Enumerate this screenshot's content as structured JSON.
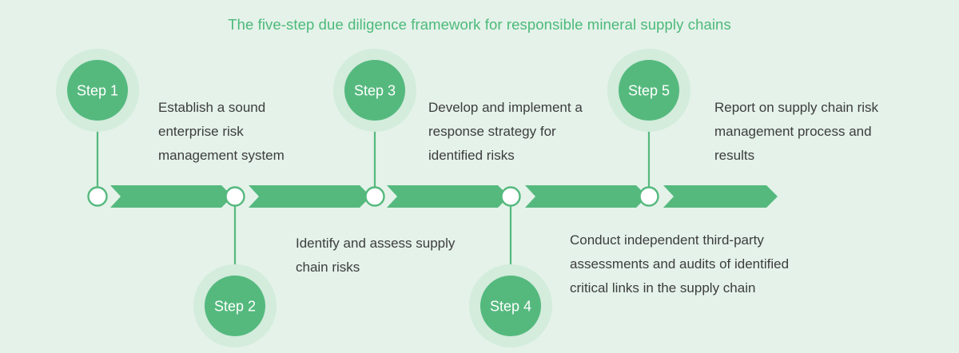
{
  "title": "The five-step due diligence framework for responsible mineral supply chains",
  "colors": {
    "background": "#e4f2e9",
    "accent": "#55b97e",
    "accent_title": "#4cb97a",
    "halo": "#d3ecdc",
    "node_fill": "#ffffff",
    "text": "#3d3d3d",
    "step_label": "#ffffff"
  },
  "steps": [
    {
      "label": "Step 1",
      "description": "Establish a sound enterprise risk management system",
      "position": "above"
    },
    {
      "label": "Step 2",
      "description": "Identify and assess supply chain risks",
      "position": "below"
    },
    {
      "label": "Step 3",
      "description": "Develop and implement a response strategy for identified risks",
      "position": "above"
    },
    {
      "label": "Step 4",
      "description": "Conduct independent third-party assessments and audits of identified critical links in the supply chain",
      "position": "below"
    },
    {
      "label": "Step 5",
      "description": "Report on supply chain risk management process and results",
      "position": "above"
    }
  ]
}
